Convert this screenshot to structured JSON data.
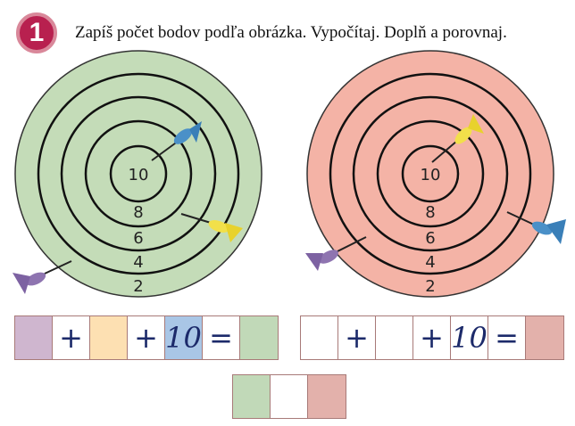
{
  "exercise": {
    "number": "1",
    "instruction": "Zapíš počet bodov podľa obrázka. Vypočítaj. Doplň a porovnaj."
  },
  "targets": [
    {
      "name": "green",
      "color": "#c4dcb8",
      "ring_labels": [
        "10",
        "8",
        "6",
        "4",
        "2"
      ]
    },
    {
      "name": "red",
      "color": "#f4b3a6",
      "ring_labels": [
        "10",
        "8",
        "6",
        "4",
        "2"
      ]
    }
  ],
  "colors": {
    "purple": "#cfb6cf",
    "orange": "#fde0b2",
    "blue": "#a9c6e6",
    "green": "#c1d9b8",
    "red": "#e3b1ab"
  },
  "equation_left": {
    "plus1": "+",
    "plus2": "+",
    "given": "10",
    "equals": "="
  },
  "equation_right": {
    "plus1": "+",
    "plus2": "+",
    "given": "10",
    "equals": "="
  }
}
